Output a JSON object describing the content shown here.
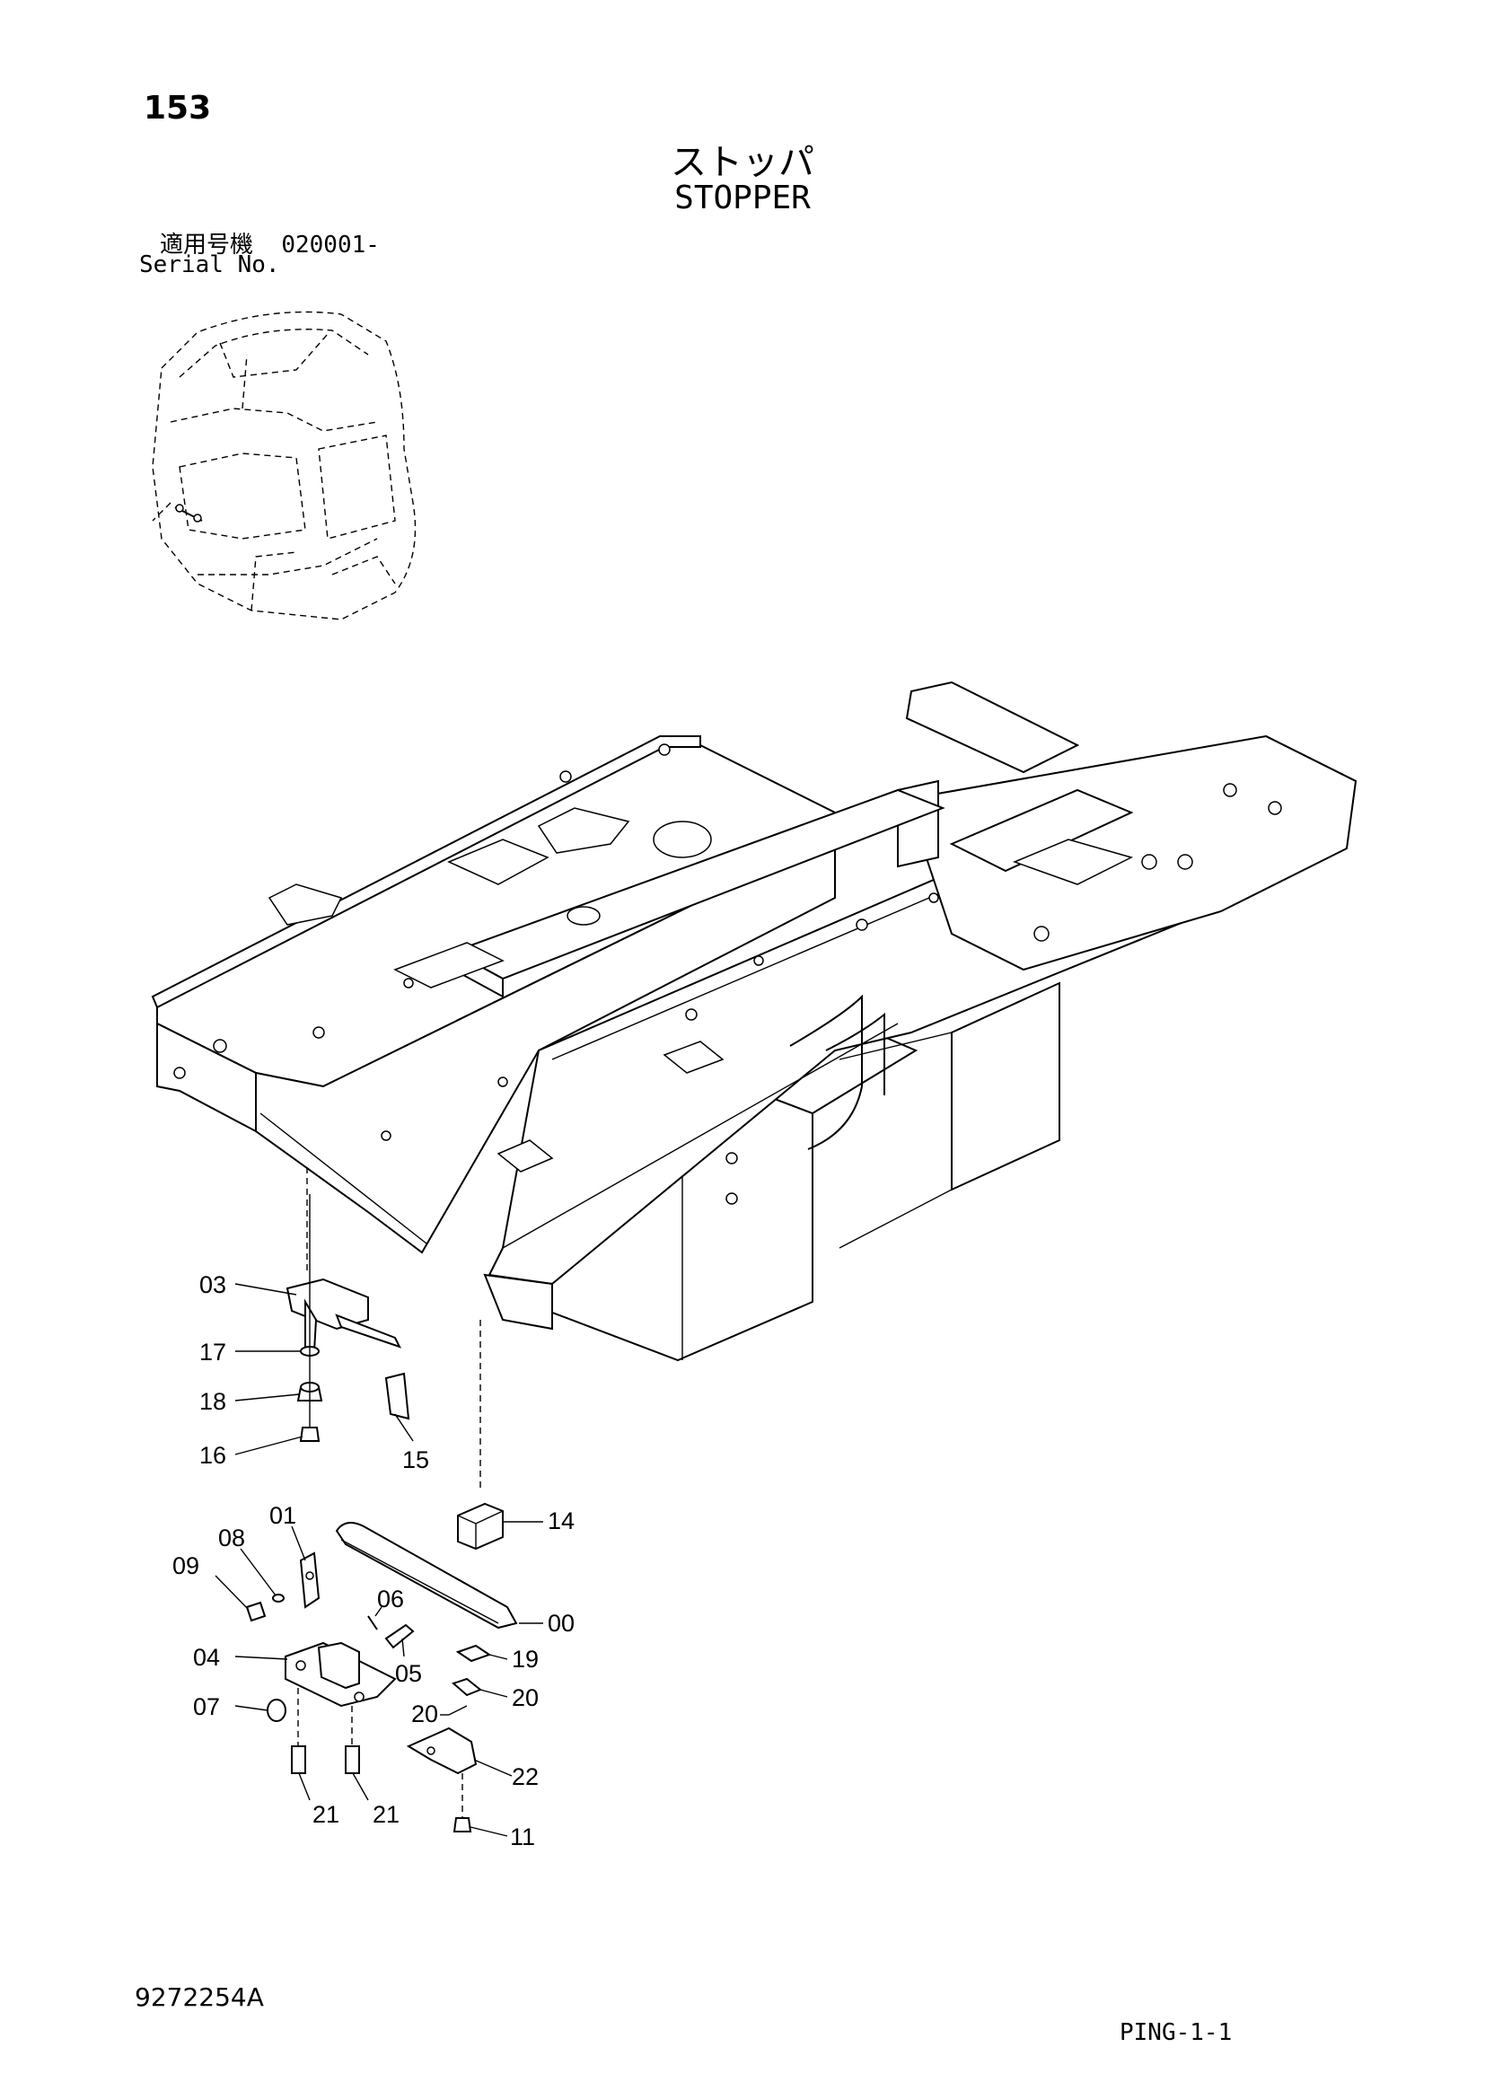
{
  "header": {
    "page_number": "153",
    "title_ja": "ストッパ",
    "title_en": "STOPPER",
    "serial_label_ja": "適用号機",
    "serial_range": "020001-",
    "serial_label_en": "Serial No."
  },
  "footer": {
    "drawing_number": "9272254A",
    "page_code": "PING-1-1"
  },
  "callouts": {
    "c00": "00",
    "c01": "01",
    "c03": "03",
    "c04": "04",
    "c05": "05",
    "c06": "06",
    "c07": "07",
    "c08": "08",
    "c09": "09",
    "c11": "11",
    "c14": "14",
    "c15": "15",
    "c16": "16",
    "c17": "17",
    "c18": "18",
    "c19": "19",
    "c20a": "20",
    "c20b": "20",
    "c21a": "21",
    "c21b": "21",
    "c22": "22"
  }
}
